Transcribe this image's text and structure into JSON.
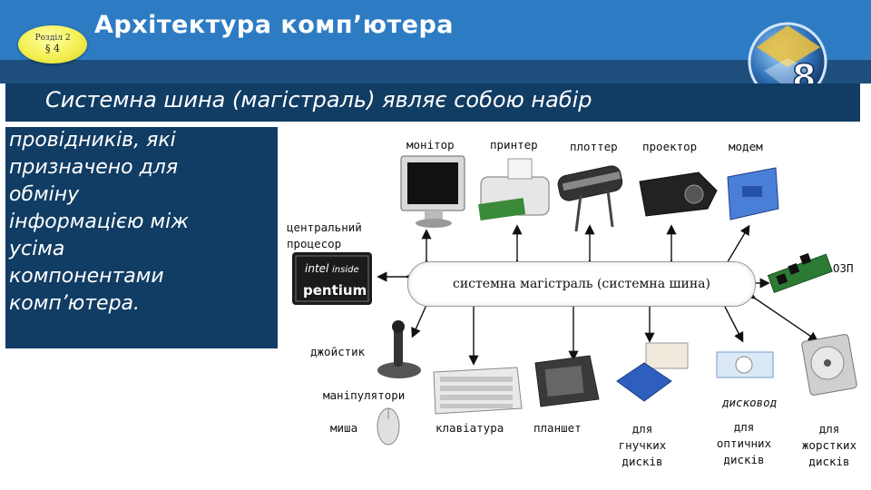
{
  "header": {
    "section_line1": "Розділ 2",
    "section_line2": "§ 4",
    "title": "Архітектура комп’ютера",
    "grade": "8"
  },
  "banner": {
    "text": "Системна шина (магістраль) являє собою набір"
  },
  "definition": {
    "lines": [
      "провідників, які",
      "призначено для",
      "обміну",
      "інформацією між",
      "усіма",
      "компонентами",
      "комп’ютера."
    ]
  },
  "diagram": {
    "bus_label": "системна магістраль (системна шина)",
    "labels": {
      "monitor": "монітор",
      "printer": "принтер",
      "plotter": "плоттер",
      "projector": "проектор",
      "modem": "модем",
      "cpu_line1": "центральний",
      "cpu_line2": "процесор",
      "ram": "ОЗП",
      "joystick": "джойстик",
      "manipulators": "маніпулятори",
      "mouse": "миша",
      "keyboard": "клавіатура",
      "tablet": "планшет",
      "disk_drive": "дисковод",
      "floppy_l1": "для",
      "floppy_l2": "гнучких",
      "floppy_l3": "дисків",
      "optical_l1": "для",
      "optical_l2": "оптичних",
      "optical_l3": "дисків",
      "hdd_l1": "для",
      "hdd_l2": "жорстких",
      "hdd_l3": "дисків"
    },
    "cpu_chip_l1": "intel",
    "cpu_chip_l2": "inside",
    "cpu_chip_l3": "pentium"
  },
  "colors": {
    "header_blue": "#2d7cc3",
    "panel_navy": "#113c63",
    "badge_yellow": "#f3ef52"
  }
}
